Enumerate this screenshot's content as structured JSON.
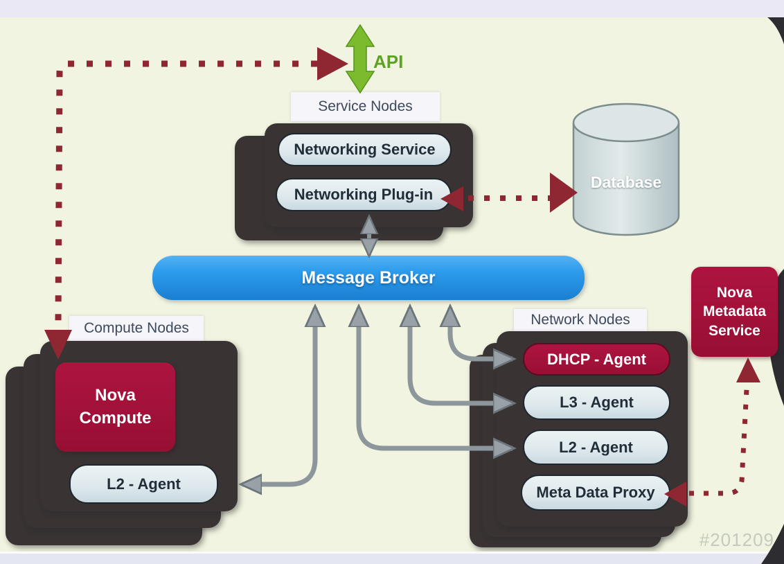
{
  "slide": {
    "api": {
      "label": "API"
    },
    "service_nodes": {
      "title": "Service Nodes",
      "items": [
        "Networking Service",
        "Networking Plug-in"
      ]
    },
    "database": {
      "label": "Database"
    },
    "message_broker": {
      "label": "Message Broker"
    },
    "compute_nodes": {
      "title": "Compute Nodes",
      "nova_compute": "Nova Compute",
      "l2_agent": "L2 - Agent"
    },
    "network_nodes": {
      "title": "Network Nodes",
      "items": [
        "DHCP - Agent",
        "L3 - Agent",
        "L2 - Agent",
        "Meta Data Proxy"
      ]
    },
    "nova_metadata_service": {
      "label": "Nova Metadata Service"
    },
    "watermark": "#201209"
  },
  "colors": {
    "slide_background": "#F1F4E0",
    "top_bar": "#E9E8F4",
    "bottom_bar": "#E4E6F2",
    "stack_dark": "#393334",
    "accent_crimson": "#A01238",
    "dotted_line_red": "#8F2733",
    "broker_blue": "#2D9CEC",
    "api_green": "#7CBA2E",
    "pill_light": "#DFE9ED",
    "arrow_gray": "#8D969B",
    "database_fill": "#C7D5D7"
  }
}
